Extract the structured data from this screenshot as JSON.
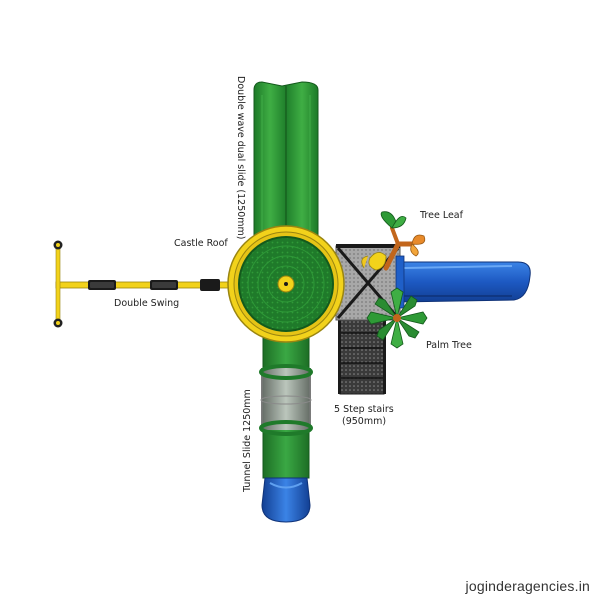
{
  "labels": {
    "dual_slide": "Double wave dual slide (1250mm)",
    "castle_roof": "Castle Roof",
    "double_swing": "Double Swing",
    "tree_leaf": "Tree Leaf",
    "palm_tree": "Palm Tree",
    "stairs_line1": "5 Step stairs",
    "stairs_line2": "(950mm)",
    "tunnel_slide": "Tunnel Slide 1250mm"
  },
  "watermark": "joginderagencies.in",
  "colors": {
    "green_dark": "#1f7a2a",
    "green": "#2e9a36",
    "yellow": "#f2d21b",
    "blue": "#1f5fc8",
    "gray": "#9a9a9a",
    "orange": "#e88a2a"
  }
}
